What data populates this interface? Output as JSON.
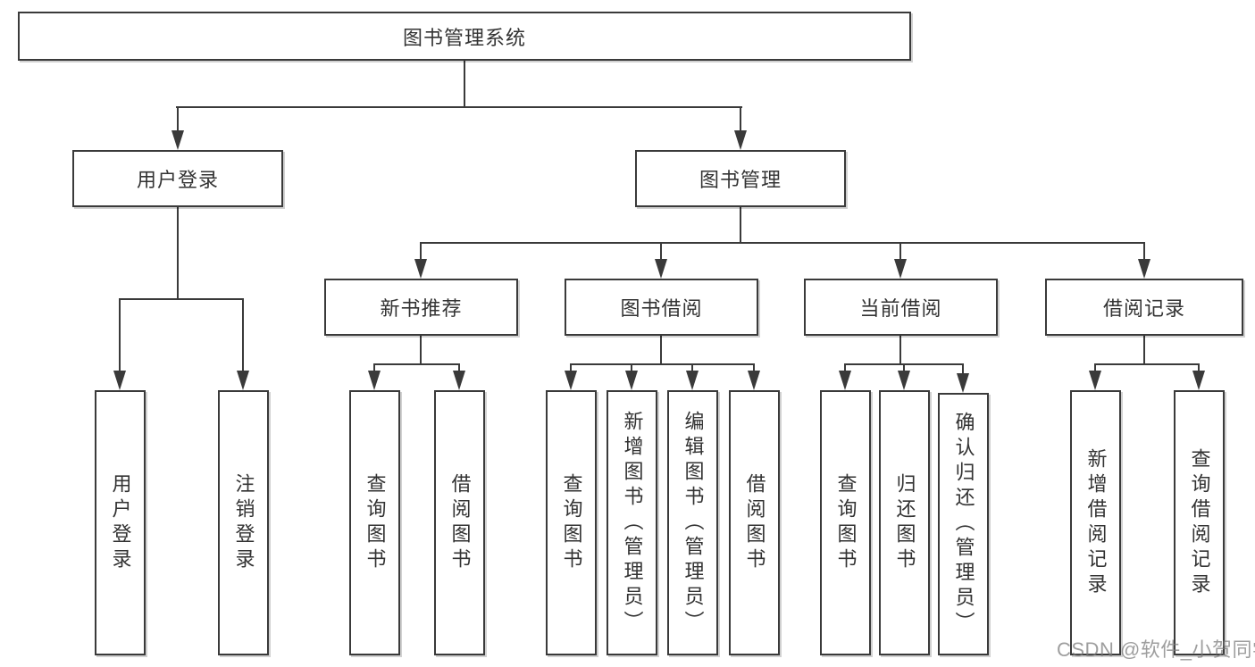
{
  "tree": {
    "label": "图书管理系统",
    "children": [
      {
        "label": "用户登录",
        "children": [
          {
            "label": "用户登录"
          },
          {
            "label": "注销登录"
          }
        ]
      },
      {
        "label": "图书管理",
        "children": [
          {
            "label": "新书推荐",
            "children": [
              {
                "label": "查询图书"
              },
              {
                "label": "借阅图书"
              }
            ]
          },
          {
            "label": "图书借阅",
            "children": [
              {
                "label": "查询图书"
              },
              {
                "label": "新增图书（管理员）"
              },
              {
                "label": "编辑图书（管理员）"
              },
              {
                "label": "借阅图书"
              }
            ]
          },
          {
            "label": "当前借阅",
            "children": [
              {
                "label": "查询图书"
              },
              {
                "label": "归还图书"
              },
              {
                "label": "确认归还（管理员）"
              }
            ]
          },
          {
            "label": "借阅记录",
            "children": [
              {
                "label": "新增借阅记录"
              },
              {
                "label": "查询借阅记录"
              }
            ]
          }
        ]
      }
    ]
  },
  "watermark": {
    "text": "CSDN @软件_小贺同学"
  },
  "colors": {
    "line": "#3a3a3a",
    "border": "#3a3a3a",
    "text": "#333333",
    "background": "#ffffff",
    "watermark": "#8c8c8c"
  }
}
